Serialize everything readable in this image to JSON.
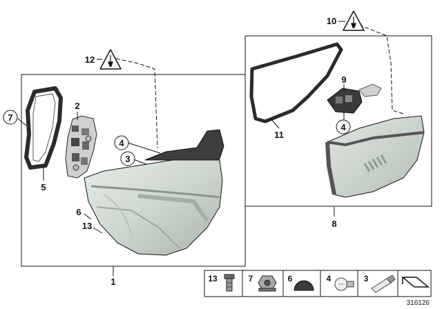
{
  "diagram": {
    "callouts": {
      "c1": "1",
      "c2": "2",
      "c3": "3",
      "c4_left": "4",
      "c4_right": "4",
      "c5": "5",
      "c6": "6",
      "c7": "7",
      "c8": "8",
      "c9": "9",
      "c10": "10",
      "c11": "11",
      "c12": "12",
      "c13": "13"
    },
    "legend": [
      {
        "num": "13",
        "icon": "expanding-nut-icon"
      },
      {
        "num": "7",
        "icon": "hex-nut-icon"
      },
      {
        "num": "6",
        "icon": "rubber-cap-icon"
      },
      {
        "num": "4",
        "icon": "bulb-icon"
      },
      {
        "num": "3",
        "icon": "wedge-bulb-icon"
      },
      {
        "num": "",
        "icon": "arrow-reference-icon"
      }
    ],
    "diagram_id": "316126",
    "colors": {
      "line": "#111111",
      "lens_fill": "#d7dfd8",
      "lens_dark": "#9fa9a3",
      "housing": "#3d3d3d",
      "gasket": "#2b2b2b"
    }
  }
}
